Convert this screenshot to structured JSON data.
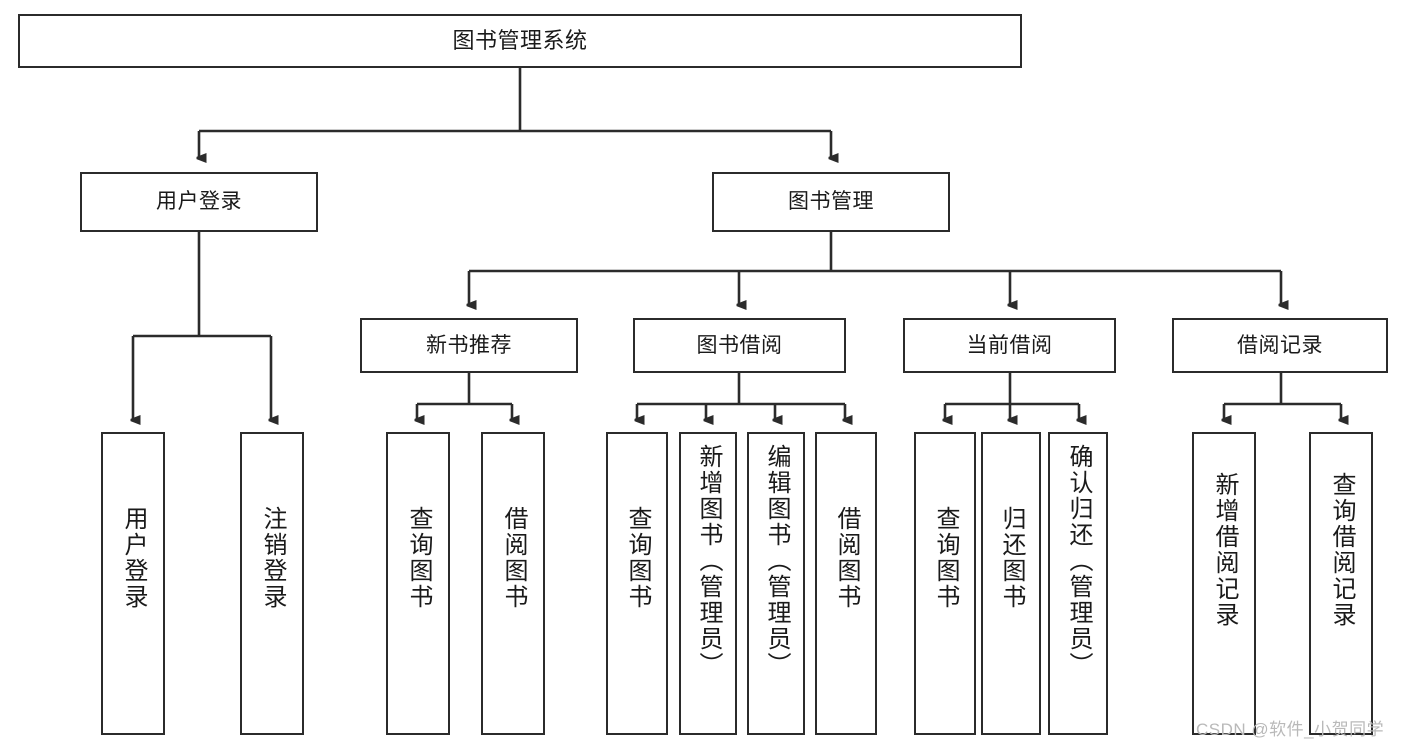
{
  "diagram": {
    "type": "tree-hierarchy-chart",
    "title": "图书管理系统",
    "line_color": "#2b2b2b",
    "box_fill": "#ffffff",
    "text_color": "#1a1a1a",
    "levels": {
      "level1": [
        {
          "id": "root",
          "label": "图书管理系统"
        }
      ],
      "level2": [
        {
          "id": "user-login",
          "label": "用户登录"
        },
        {
          "id": "book-manage",
          "label": "图书管理"
        }
      ],
      "level3": [
        {
          "id": "new-book-rec",
          "label": "新书推荐"
        },
        {
          "id": "book-borrow",
          "label": "图书借阅"
        },
        {
          "id": "current-borrow",
          "label": "当前借阅"
        },
        {
          "id": "borrow-record",
          "label": "借阅记录"
        }
      ],
      "level4": [
        {
          "id": "leaf-user-login",
          "label": "用户登录",
          "parent": "user-login"
        },
        {
          "id": "leaf-logout",
          "label": "注销登录",
          "parent": "user-login"
        },
        {
          "id": "leaf-query-book-1",
          "label": "查询图书",
          "parent": "new-book-rec"
        },
        {
          "id": "leaf-borrow-book-1",
          "label": "借阅图书",
          "parent": "new-book-rec"
        },
        {
          "id": "leaf-query-book-2",
          "label": "查询图书",
          "parent": "book-borrow"
        },
        {
          "id": "leaf-add-book",
          "label": "新增图书（管理员）",
          "parent": "book-borrow"
        },
        {
          "id": "leaf-edit-book",
          "label": "编辑图书（管理员）",
          "parent": "book-borrow"
        },
        {
          "id": "leaf-borrow-book-2",
          "label": "借阅图书",
          "parent": "book-borrow"
        },
        {
          "id": "leaf-query-book-3",
          "label": "查询图书",
          "parent": "current-borrow"
        },
        {
          "id": "leaf-return-book",
          "label": "归还图书",
          "parent": "current-borrow"
        },
        {
          "id": "leaf-confirm-return",
          "label": "确认归还（管理员）",
          "parent": "current-borrow"
        },
        {
          "id": "leaf-add-record",
          "label": "新增借阅记录",
          "parent": "borrow-record"
        },
        {
          "id": "leaf-query-record",
          "label": "查询借阅记录",
          "parent": "borrow-record"
        }
      ]
    }
  },
  "watermark": {
    "text": "CSDN @软件_小贺同学"
  }
}
